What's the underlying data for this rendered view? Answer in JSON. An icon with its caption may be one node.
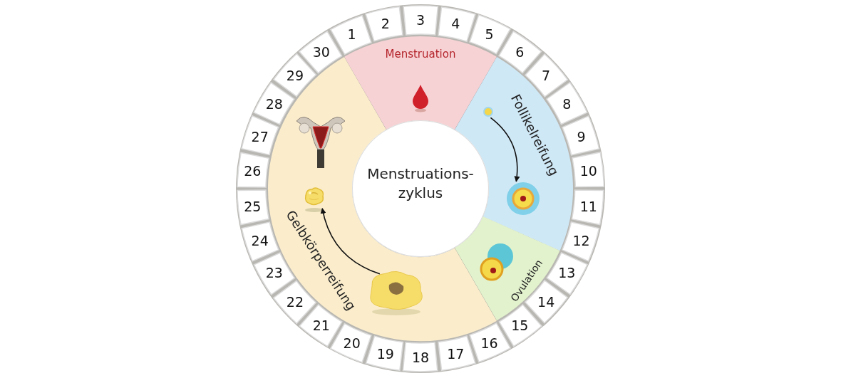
{
  "diagram": {
    "nodes": [
      {
        "text": [
          "1"
        ]
      },
      {
        "text": [
          "2"
        ]
      },
      {
        "text": [
          "3"
        ]
      },
      {
        "text": [
          "4"
        ]
      },
      {
        "text": [
          "5"
        ]
      },
      {
        "text": [
          "6"
        ]
      },
      {
        "text": [
          "7"
        ]
      },
      {
        "text": [
          "8"
        ]
      },
      {
        "text": [
          "9"
        ]
      },
      {
        "text": [
          "10"
        ]
      },
      {
        "text": [
          "11"
        ]
      },
      {
        "text": [
          "12"
        ]
      },
      {
        "text": [
          "13"
        ]
      },
      {
        "text": [
          "14"
        ]
      },
      {
        "text": [
          "15"
        ]
      },
      {
        "text": [
          "16"
        ]
      },
      {
        "text": [
          "17"
        ]
      },
      {
        "text": [
          "18"
        ]
      },
      {
        "text": [
          "19"
        ]
      },
      {
        "text": [
          "20"
        ]
      },
      {
        "text": [
          "21"
        ]
      },
      {
        "text": [
          "22"
        ]
      },
      {
        "text": [
          "23"
        ]
      },
      {
        "text": [
          "24"
        ]
      },
      {
        "text": [
          "25"
        ]
      },
      {
        "text": [
          "26"
        ]
      },
      {
        "text": [
          "27"
        ]
      },
      {
        "text": [
          "28"
        ]
      },
      {
        "text": [
          "29"
        ]
      },
      {
        "text": [
          "30"
        ]
      },
      {
        "text": [
          "Menstruation"
        ]
      },
      {
        "text": [
          "Follikelreifung"
        ]
      },
      {
        "text": [
          "Ovulation"
        ]
      },
      {
        "text": [
          "Gelbkörperreifung"
        ]
      },
      {
        "text": [
          "Menstruations- zyklus"
        ]
      },
      {
        "text": [],
        "shape": "circle",
        "in": 31
      },
      {
        "text": [],
        "shape": "picture",
        "in": 31
      },
      {
        "text": [],
        "shape": "picture",
        "in": 33
      },
      {
        "text": [],
        "shape": "picture",
        "in": 33
      }
    ],
    "edges": [
      {
        "from": 35,
        "to": 36,
        "arrow": "to"
      },
      {
        "from": 37,
        "to": 38,
        "arrow": "to"
      }
    ]
  }
}
